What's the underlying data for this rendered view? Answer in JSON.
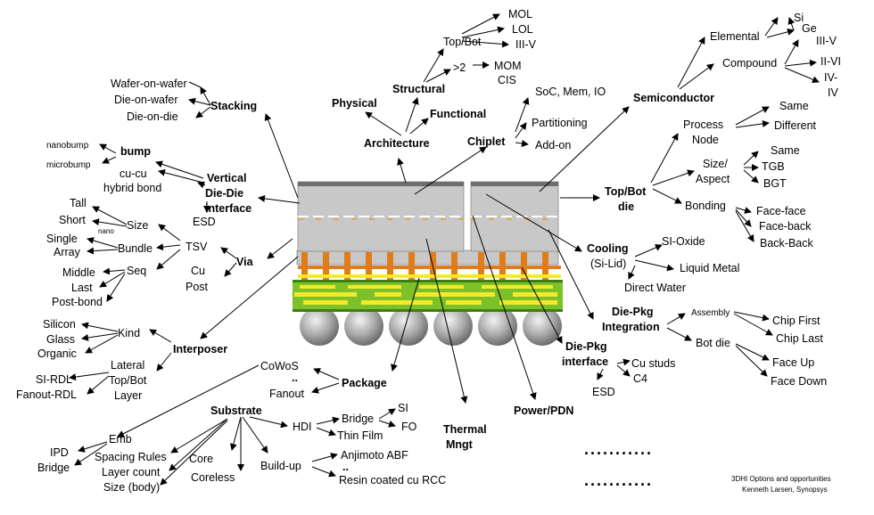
{
  "colors": {
    "chip_fill": "#c8c8c8",
    "chip_edge": "#6d6d6d",
    "bump": "#e07d1a",
    "substrate_green": "#7cc02a",
    "substrate_yellow": "#f2ea2a",
    "ball": "#9a9a9a"
  },
  "labels": {
    "mol": "MOL",
    "lol": "LOL",
    "iiiv_top": "III-V",
    "topbot_struct": "Top/Bot",
    "gt2": ">2",
    "mom": "MOM",
    "cis": "CIS",
    "structural": "Structural",
    "physical": "Physical",
    "functional": "Functional",
    "architecture": "Architecture",
    "soc": "SoC, Mem, IO",
    "partitioning": "Partitioning",
    "addon": "Add-on",
    "chiplet": "Chiplet",
    "elemental": "Elemental",
    "si": "Si",
    "ge": "Ge",
    "iiiv_r": "III-V",
    "compound": "Compound",
    "iivi": "II-VI",
    "iv_dash": "IV-",
    "iv": "IV",
    "semiconductor": "Semiconductor",
    "process_node1": "Process",
    "process_node2": "Node",
    "same1": "Same",
    "different": "Different",
    "size_aspect1": "Size/",
    "size_aspect2": "Aspect",
    "same2": "Same",
    "tgb": "TGB",
    "bgt": "BGT",
    "bonding": "Bonding",
    "face_face": "Face-face",
    "face_back": "Face-back",
    "back_back": "Back-Back",
    "topbot_die1": "Top/Bot",
    "topbot_die2": "die",
    "cooling1": "Cooling",
    "cooling2": "(Si-Lid)",
    "si_oxide": "SI-Oxide",
    "liquid_metal": "Liquid Metal",
    "direct_water": "Direct Water",
    "diepkg_int1": "Die-Pkg",
    "diepkg_int2": "Integration",
    "assembly": "Assembly",
    "chip_first": "Chip First",
    "chip_last": "Chip Last",
    "bot_die": "Bot die",
    "face_up": "Face Up",
    "face_down": "Face Down",
    "diepkg_if1": "Die-Pkg",
    "diepkg_if2": "interface",
    "cu_studs": "Cu studs",
    "c4": "C4",
    "esd_r": "ESD",
    "power": "Power/PDN",
    "thermal1": "Thermal",
    "thermal2": "Mngt",
    "package": "Package",
    "cowos": "CoWoS",
    "fanout_pkg": "Fanout",
    "dots_pkg": "..",
    "wafer_on_wafer": "Wafer-on-wafer",
    "die_on_wafer": "Die-on-wafer",
    "die_on_die": "Die-on-die",
    "stacking": "Stacking",
    "nanobump": "nanobump",
    "microbump": "microbump",
    "bump": "bump",
    "cucu": "cu-cu",
    "hybrid": "hybrid bond",
    "vdd1": "Vertical",
    "vdd2": "Die-Die",
    "vdd3": "interface",
    "esd_l": "ESD",
    "tall": "Tall",
    "short": "Short",
    "nano": "nano",
    "single": "Single",
    "array": "Array",
    "size_tsv": "Size",
    "bundle": "Bundle",
    "tsv": "TSV",
    "middle": "Middle",
    "last": "Last",
    "postbond": "Post-bond",
    "seq": "Seq",
    "cu": "Cu",
    "post": "Post",
    "via": "Via",
    "silicon": "Silicon",
    "glass": "Glass",
    "organic": "Organic",
    "kind": "Kind",
    "lateral": "Lateral",
    "topbot_ip": "Top/Bot",
    "layer": "Layer",
    "sirdl": "SI-RDL",
    "fanoutrdl": "Fanout-RDL",
    "interposer": "Interposer",
    "substrate": "Substrate",
    "hdi": "HDI",
    "bridge_hdi": "Bridge",
    "thinfilm": "Thin Film",
    "si_hdi": "SI",
    "fo": "FO",
    "core": "Core",
    "coreless": "Coreless",
    "buildup": "Build-up",
    "abf": "Anjimoto ABF",
    "dots_bu": "..",
    "rcc": "Resin coated cu RCC",
    "emb": "Emb",
    "ipd": "IPD",
    "bridge_emb": "Bridge",
    "spacing": "Spacing Rules",
    "layercount": "Layer count",
    "sizebody": "Size (body)",
    "more_dots": "...........",
    "credit1": "3DHI Options and opportunities",
    "credit2": "Kenneth Larsen, Synopsys"
  }
}
